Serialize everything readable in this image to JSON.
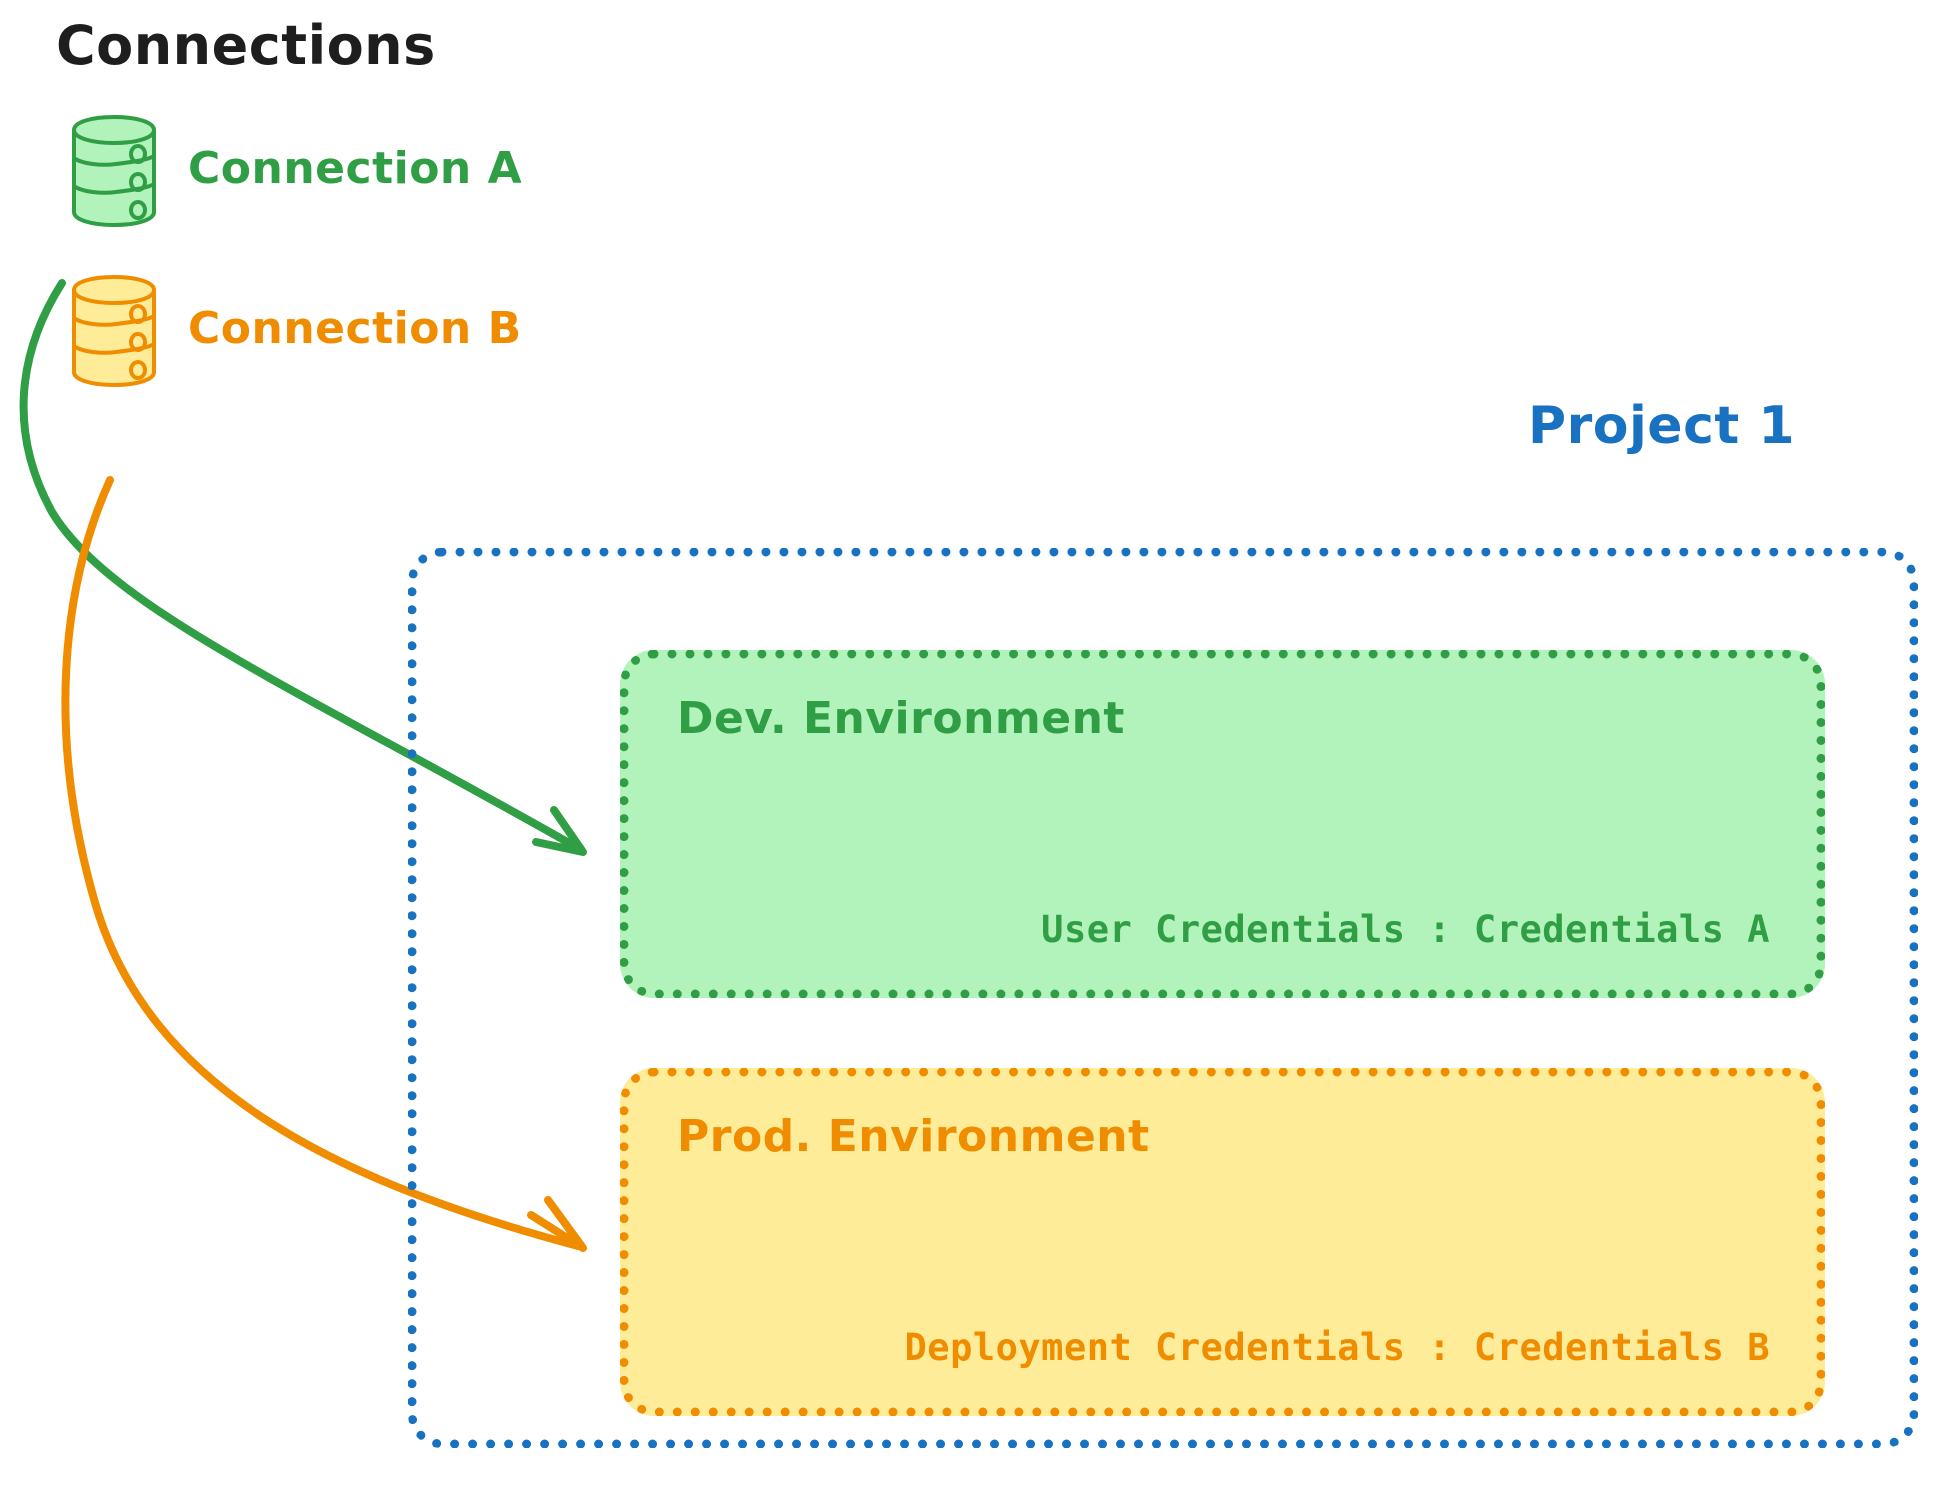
{
  "diagram": {
    "title": "Connections",
    "connections": [
      {
        "id": "connection-a",
        "label": "Connection A",
        "color": "#2f9e44",
        "fill": "#b2f2bb",
        "icon": "database-cylinder-icon"
      },
      {
        "id": "connection-b",
        "label": "Connection B",
        "color": "#f08c00",
        "fill": "#ffec99",
        "icon": "database-cylinder-icon"
      }
    ],
    "project": {
      "label": "Project 1",
      "color": "#1971c2",
      "environments": [
        {
          "id": "dev-environment",
          "title": "Dev. Environment",
          "credentials": "User Credentials : Credentials A",
          "color": "#2f9e44",
          "fill": "#b2f2bb"
        },
        {
          "id": "prod-environment",
          "title": "Prod. Environment",
          "credentials": "Deployment Credentials : Credentials B",
          "color": "#f08c00",
          "fill": "#ffec99"
        }
      ]
    },
    "arrows": [
      {
        "id": "arrow-connection-a-to-dev",
        "from": "connection-a",
        "to": "dev-environment",
        "color": "#2f9e44"
      },
      {
        "id": "arrow-connection-b-to-prod",
        "from": "connection-b",
        "to": "prod-environment",
        "color": "#f08c00"
      }
    ]
  }
}
